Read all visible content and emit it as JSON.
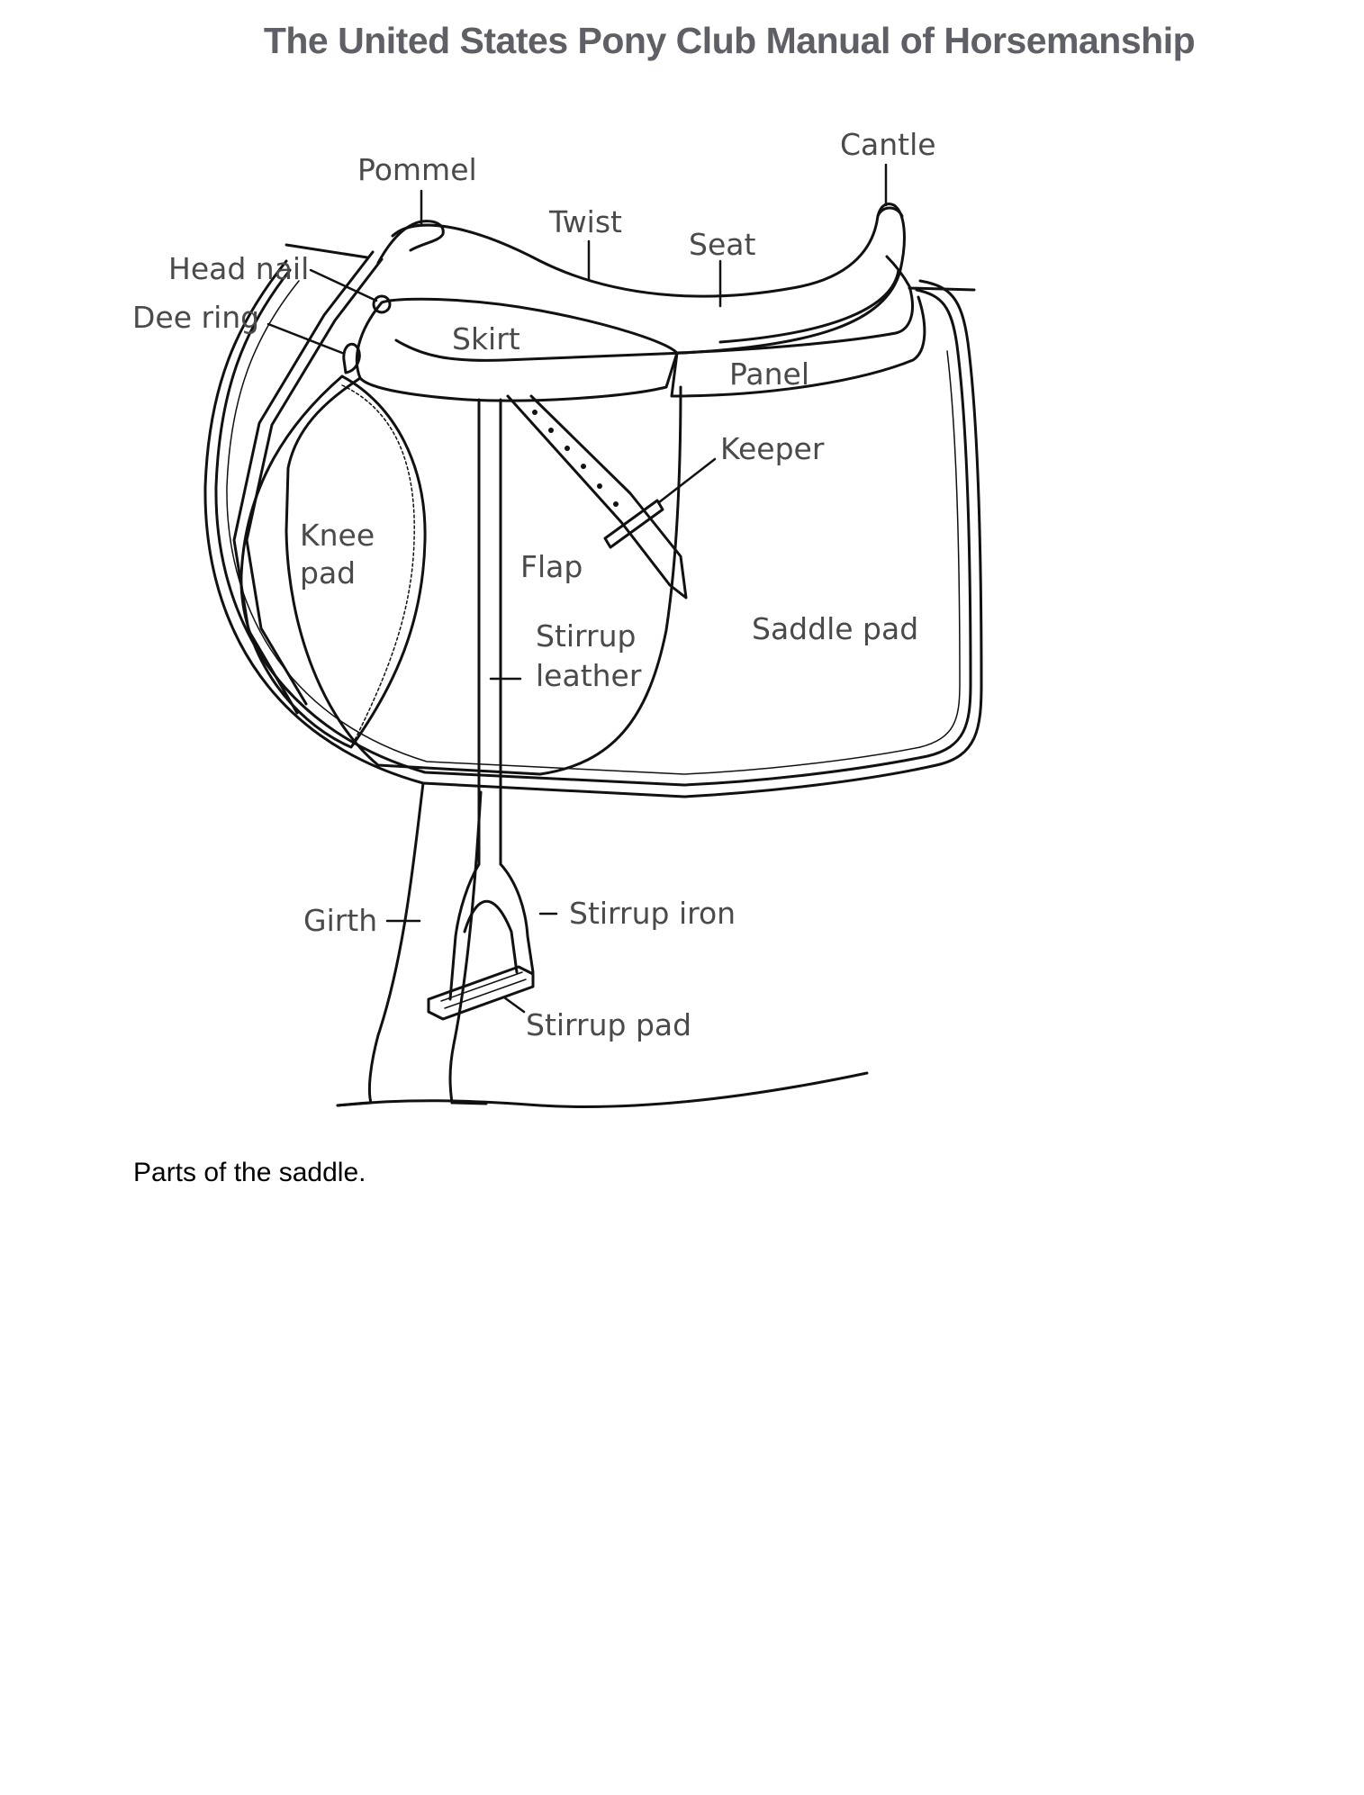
{
  "document": {
    "title": "The United States Pony Club Manual of Horsemanship",
    "caption": "Parts of the saddle."
  },
  "diagram": {
    "subject": "saddle",
    "labels": {
      "pommel": "Pommel",
      "cantle": "Cantle",
      "twist": "Twist",
      "seat": "Seat",
      "head_nail": "Head nail",
      "dee_ring": "Dee ring",
      "skirt": "Skirt",
      "panel": "Panel",
      "keeper": "Keeper",
      "knee": "Knee",
      "pad": "pad",
      "flap": "Flap",
      "stirrup": "Stirrup",
      "leather": "leather",
      "saddle_pad": "Saddle pad",
      "girth": "Girth",
      "stirrup_iron": "Stirrup iron",
      "stirrup_pad": "Stirrup pad"
    }
  }
}
